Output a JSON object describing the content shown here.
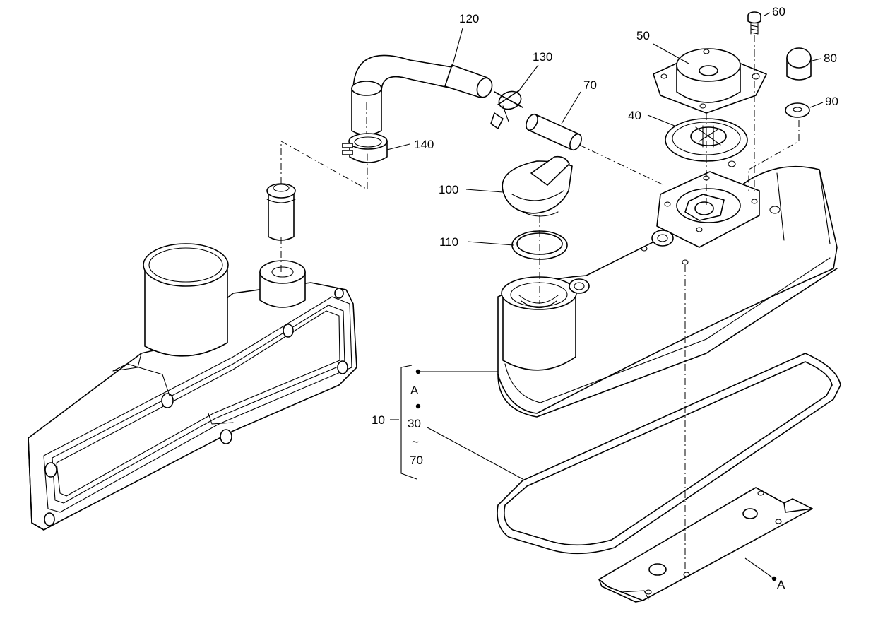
{
  "labels": {
    "p10": "10",
    "p30": "30",
    "p40": "40",
    "p50": "50",
    "p60": "60",
    "p70_top": "70",
    "p70_group": "70",
    "p80": "80",
    "p90": "90",
    "p100": "100",
    "p110": "110",
    "p120": "120",
    "p130": "130",
    "p140": "140",
    "ref_a_group": "A",
    "ref_a_bottom": "A",
    "tilde": "~"
  }
}
